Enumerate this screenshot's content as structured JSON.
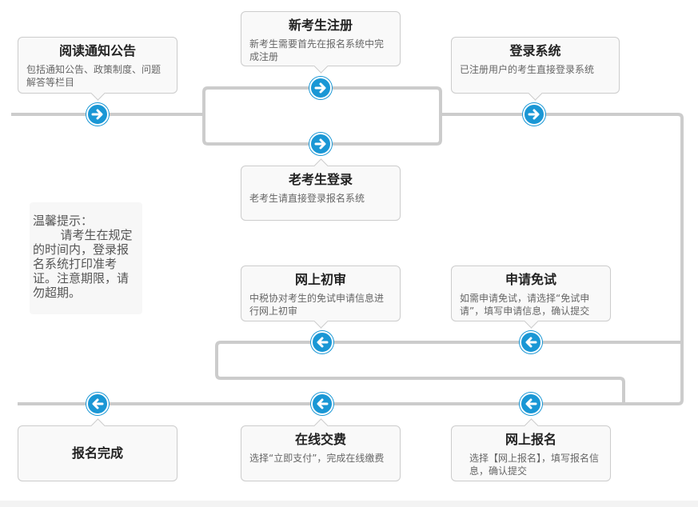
{
  "steps": {
    "read_notice": {
      "title": "阅读通知公告",
      "desc": "包括通知公告、政策制度、问题解答等栏目"
    },
    "new_register": {
      "title": "新考生注册",
      "desc": "新考生需要首先在报名系统中完成注册"
    },
    "login_system": {
      "title": "登录系统",
      "desc": "已注册用户的考生直接登录系统"
    },
    "old_login": {
      "title": "老考生登录",
      "desc": "老考生请直接登录报名系统"
    },
    "online_review": {
      "title": "网上初审",
      "desc": "中税协对考生的免试申请信息进行网上初审"
    },
    "apply_exemption": {
      "title": "申请免试",
      "desc": "如需申请免试，请选择“免试申请”，填写申请信息，确认提交"
    },
    "complete": {
      "title": "报名完成"
    },
    "online_payment": {
      "title": "在线交费",
      "desc": "选择“立即支付”，完成在线缴费"
    },
    "online_register": {
      "title": "网上报名",
      "desc": "选择【网上报名】，填写报名信息，确认提交"
    }
  },
  "tip": {
    "title": "温馨提示：",
    "body": "请考生在规定的时间内，登录报名系统打印准考证。注意期限，请勿超期。"
  },
  "colors": {
    "line": "#cccccc",
    "node": "#1a97d5",
    "box_bg": "#f9f9f9"
  },
  "icons": {
    "right": "arrow-right-icon",
    "left": "arrow-left-icon"
  }
}
